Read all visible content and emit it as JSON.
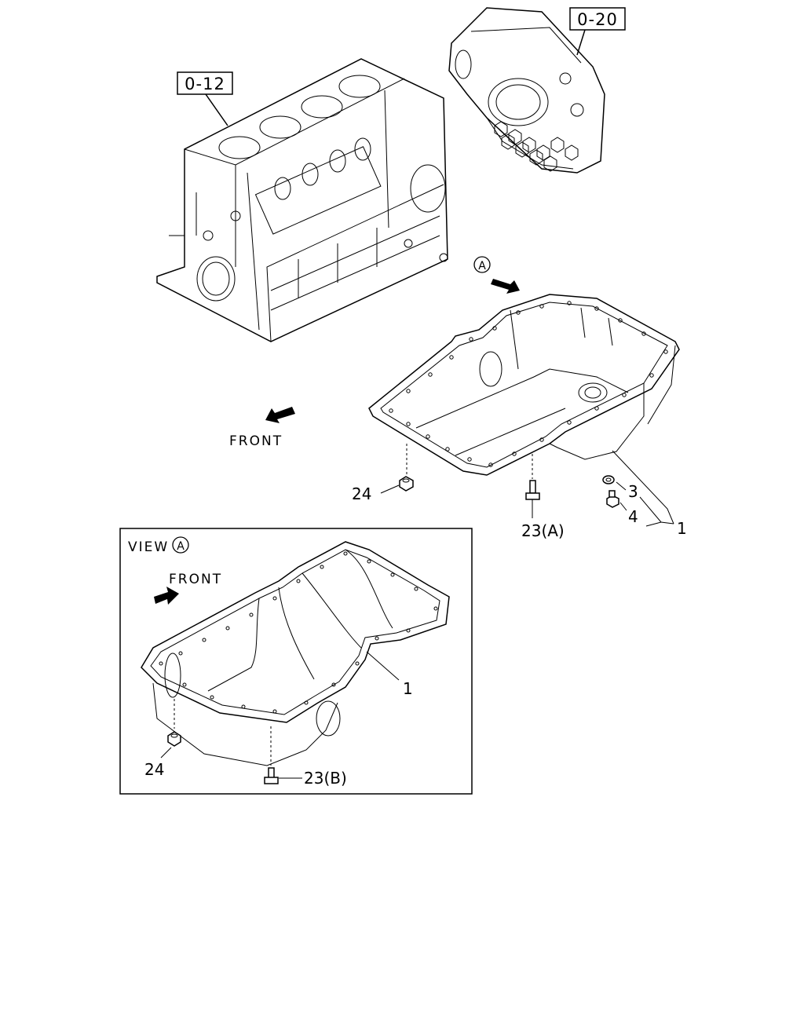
{
  "refs": {
    "block": "0-12",
    "housing": "0-20"
  },
  "view_marker": "A",
  "front_label": "FRONT",
  "parts": {
    "p24": "24",
    "p23a": "23(A)",
    "p3": "3",
    "p4": "4",
    "p1": "1"
  },
  "inset": {
    "view_label": "VIEW",
    "view_marker": "A",
    "front_label": "FRONT",
    "p1": "1",
    "p24": "24",
    "p23b": "23(B)"
  }
}
